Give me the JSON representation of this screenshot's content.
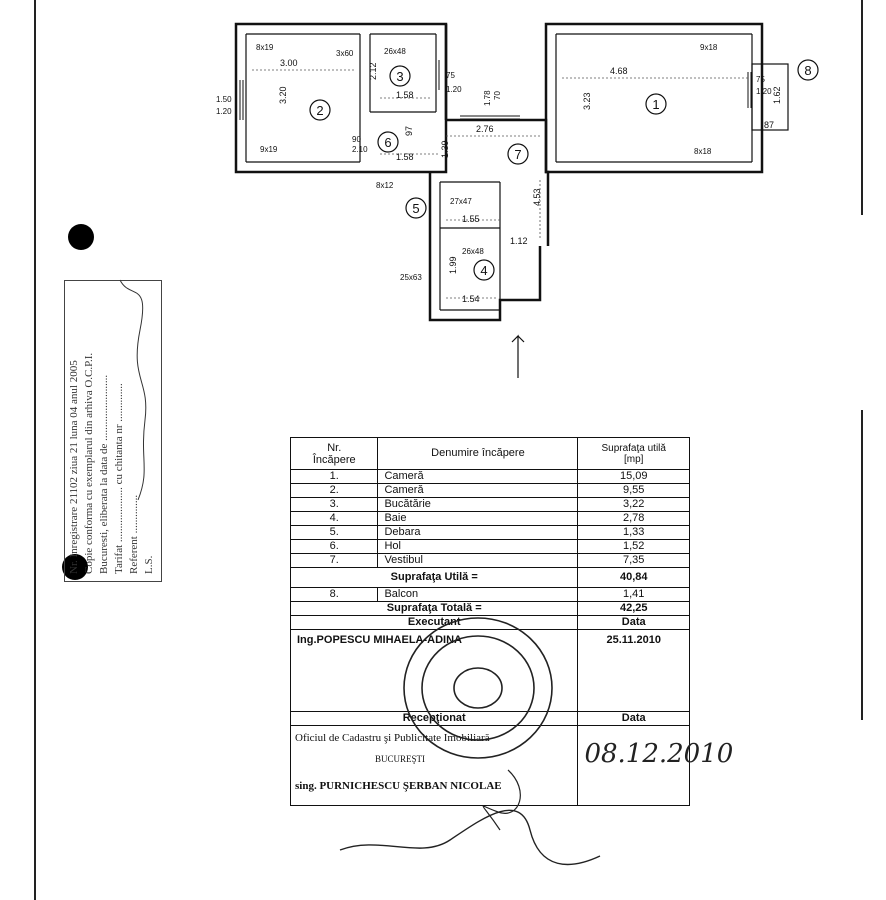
{
  "floorplan": {
    "rooms": [
      {
        "num": "1",
        "dims": [
          "4.68",
          "3.23"
        ]
      },
      {
        "num": "2",
        "dims": [
          "3.00",
          "3.20"
        ]
      },
      {
        "num": "3",
        "dims": [
          "1.58",
          "2.12"
        ]
      },
      {
        "num": "4",
        "dims": [
          "1.54",
          "1.99"
        ]
      },
      {
        "num": "5",
        "dims": [
          "1.55"
        ]
      },
      {
        "num": "6",
        "dims": [
          "1.58",
          "97"
        ]
      },
      {
        "num": "7",
        "dims": [
          "2.76",
          "1.39",
          "4.53",
          "1.12"
        ]
      },
      {
        "num": "8",
        "dims": [
          "1.62",
          "87"
        ]
      }
    ],
    "openings": [
      "8x19",
      "3x60",
      "26x48",
      "75",
      "1.20",
      "9x18",
      "1.50",
      "1.20",
      "9x19",
      "90",
      "2.10",
      "8x12",
      "27x47",
      "26x48",
      "25x63",
      "1.78",
      "70",
      "8x18",
      "75",
      "1.20"
    ]
  },
  "stamp": {
    "line1": "Nr. Inregistrare 21102 ziua 21 luna 04 anul 2005",
    "line2": "Copie conforma cu exemplarul din arhiva O.C.P.I.",
    "line3": "Bucuresti, eliberata la data de ........................",
    "line4": "Tarifat .................... cu chitanta nr ..............",
    "line5": "Referent ..............",
    "line6": "L.S."
  },
  "table": {
    "headers": {
      "nr": "Nr.\nÎncăpere",
      "name": "Denumire încăpere",
      "area": "Suprafaţa utilă\n[mp]"
    },
    "rows": [
      {
        "nr": "1.",
        "name": "Cameră",
        "area": "15,09"
      },
      {
        "nr": "2.",
        "name": "Cameră",
        "area": "9,55"
      },
      {
        "nr": "3.",
        "name": "Bucătărie",
        "area": "3,22"
      },
      {
        "nr": "4.",
        "name": "Baie",
        "area": "2,78"
      },
      {
        "nr": "5.",
        "name": "Debara",
        "area": "1,33"
      },
      {
        "nr": "6.",
        "name": "Hol",
        "area": "1,52"
      },
      {
        "nr": "7.",
        "name": "Vestibul",
        "area": "7,35"
      }
    ],
    "util_label": "Suprafaţa Utilă =",
    "util_value": "40,84",
    "balcony": {
      "nr": "8.",
      "name": "Balcon",
      "area": "1,41"
    },
    "total_label": "Suprafaţa Totală =",
    "total_value": "42,25",
    "executant_label": "Executant",
    "date_label": "Data",
    "executant_name": "Ing.POPESCU MIHAELA-ADINA",
    "executant_date": "25.11.2010",
    "receptionat_label": "Recepţionat",
    "receptionat_date_label": "Data",
    "office_line1": "Oficiul de Cadastru şi Publicitate Imobiliară",
    "office_line2": "BUCUREŞTI",
    "office_line3": "sing. PURNICHESCU ŞERBAN NICOLAE",
    "handwritten_date": "08.12.2010"
  }
}
